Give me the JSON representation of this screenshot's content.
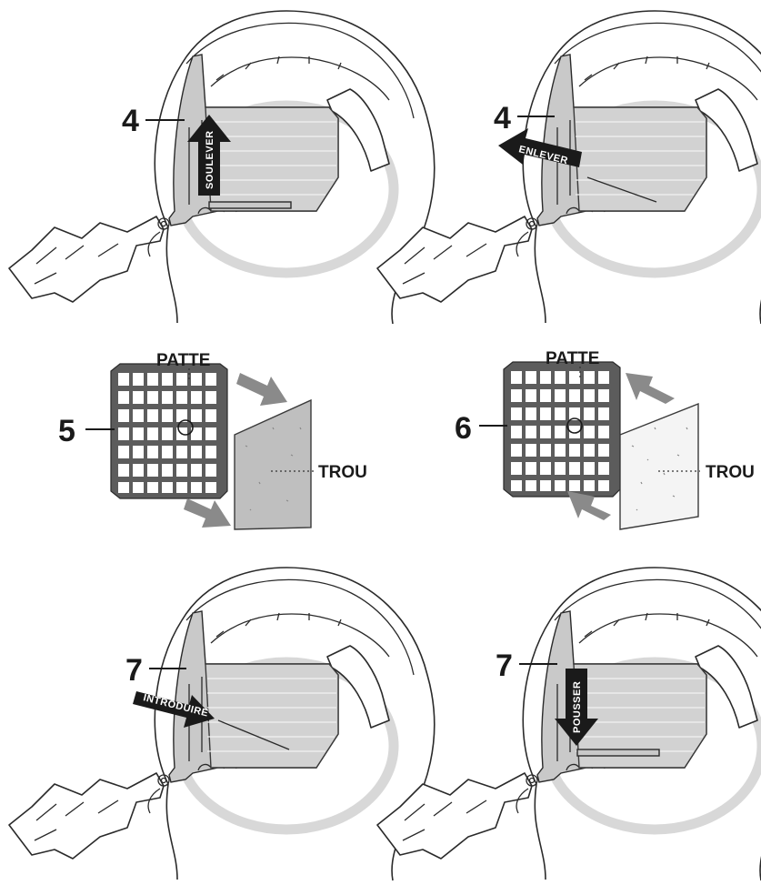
{
  "steps": {
    "top_left": {
      "number": "4",
      "action": "SOULEVER"
    },
    "top_right": {
      "number": "4",
      "action": "ENLEVER"
    },
    "middle_left": {
      "number": "5",
      "tab_label": "PATTE",
      "hole_label": "TROU"
    },
    "middle_right": {
      "number": "6",
      "tab_label": "PATTE",
      "hole_label": "TROU"
    },
    "bottom_left": {
      "number": "7",
      "action": "INTRODUIRE"
    },
    "bottom_right": {
      "number": "7",
      "action": "POUSSER"
    }
  },
  "colors": {
    "ink": "#1a1a1a",
    "filter_gray": "#c9c9c9",
    "grid_dark": "#5c5c5c",
    "arrow_gray": "#8a8a8a",
    "ring_gray": "#d8d8d8"
  }
}
